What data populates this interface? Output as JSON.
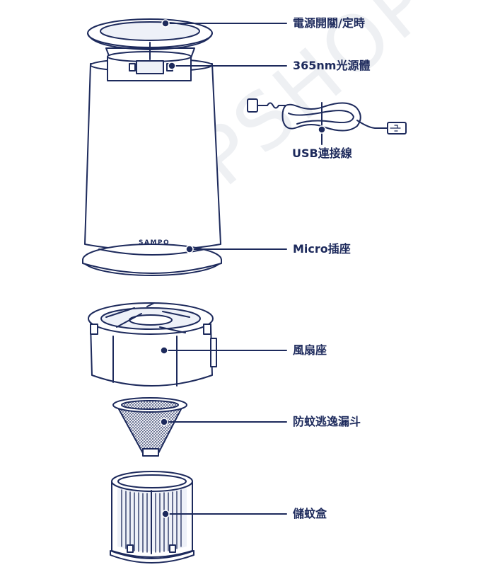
{
  "labels": {
    "power_switch": "電源開關/定時",
    "light_source": "365nm光源體",
    "usb_cable": "USB連接線",
    "micro_socket": "Micro插座",
    "fan_base": "風扇座",
    "funnel": "防蚊逃逸漏斗",
    "storage_box": "儲蚊盒"
  },
  "brand": "SAMPO",
  "watermark": "EMPSHOP",
  "colors": {
    "line": "#1d2a5c",
    "fill": "#eef1f8",
    "white": "#ffffff"
  }
}
